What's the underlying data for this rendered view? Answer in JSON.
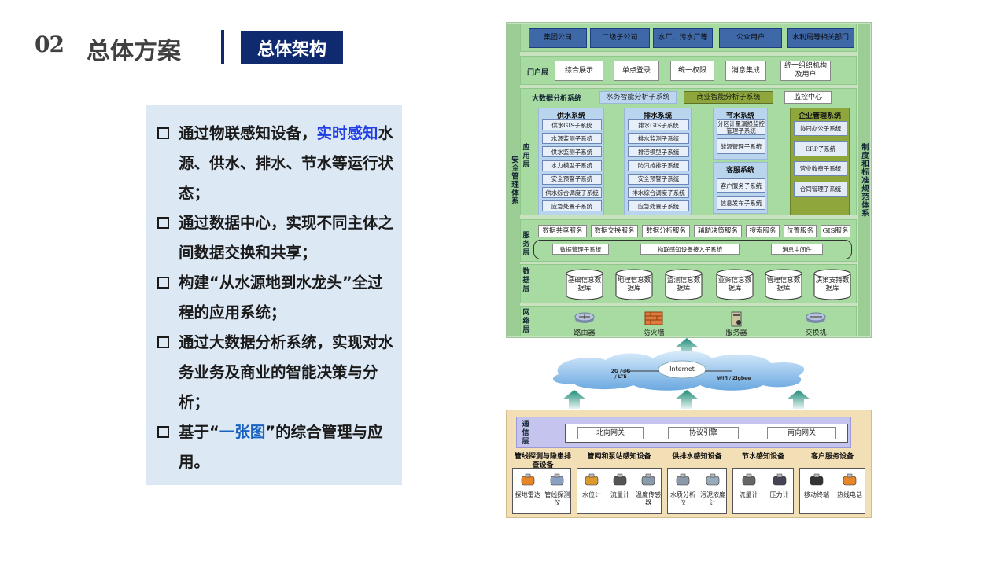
{
  "header": {
    "number": "02",
    "title": "总体方案",
    "badge": "总体架构"
  },
  "bullets": [
    {
      "before": "通过物联感知设备，",
      "highlight": "实时感知",
      "after": "水源、供水、排水、节水等运行状态；"
    },
    {
      "before": "通过数据中心，实现不同主体之间数据交换和共享；",
      "highlight": "",
      "after": ""
    },
    {
      "before": "构建“从水源地到水龙头”全过程的应用系统；",
      "highlight": "",
      "after": ""
    },
    {
      "before": "通过大数据分析系统，实现对水务业务及商业的智能决策与分析；",
      "highlight": "",
      "after": ""
    },
    {
      "before": "基于“",
      "highlight": "一张图",
      "after": "”的综合管理与应用。"
    }
  ],
  "diagram": {
    "left_bar": "安全管理体系",
    "right_bar": "制度和标准规范体系",
    "users": [
      "集团公司",
      "二级子公司",
      "水厂、污水厂等",
      "公众用户",
      "水利局等相关部门"
    ],
    "portal": {
      "label": "门户层",
      "items": [
        "综合展示",
        "单点登录",
        "统一权限",
        "消息集成",
        "统一组织机构及用户"
      ]
    },
    "bigdata": {
      "label": "大数据分析系统",
      "items": [
        "水务智能分析子系统",
        "商业智能分析子系统",
        "监控中心"
      ]
    },
    "app": {
      "label": "应用层",
      "supply": {
        "title": "供水系统",
        "items": [
          "供水GIS子系统",
          "水源监测子系统",
          "供水监测子系统",
          "水力模型子系统",
          "安全预警子系统",
          "供水综合调度子系统",
          "应急处置子系统"
        ]
      },
      "drain": {
        "title": "排水系统",
        "items": [
          "排水GIS子系统",
          "排水监测子系统",
          "排涝模型子系统",
          "防汛抢排子系统",
          "安全预警子系统",
          "排水综合调度子系统",
          "应急处置子系统"
        ]
      },
      "save": {
        "title": "节水系统",
        "items": [
          "分区计量漏损监控管理子系统",
          "能源管理子系统"
        ]
      },
      "cs": {
        "title": "客服系统",
        "items": [
          "客户服务子系统",
          "信息发布子系统"
        ]
      },
      "ent": {
        "title": "企业管理系统",
        "items": [
          "协同办公子系统",
          "ERP子系统",
          "营业收费子系统",
          "合同管理子系统"
        ]
      }
    },
    "service": {
      "label": "服务层",
      "top": [
        "数据共享服务",
        "数据交换服务",
        "数据分析服务",
        "辅助决策服务",
        "搜索服务",
        "位置服务",
        "GIS服务"
      ],
      "bottom": [
        "数据管理子系统",
        "物联感知设备接入子系统",
        "消息中间件"
      ]
    },
    "data": {
      "label": "数据层",
      "dbs": [
        "基础信息数据库",
        "地理信息数据库",
        "监测信息数据库",
        "业务信息数据库",
        "管理信息数据库",
        "决策支持数据库"
      ]
    },
    "network": {
      "label": "网络层",
      "items": [
        "路由器",
        "防火墙",
        "服务器",
        "交换机"
      ]
    },
    "cloud": {
      "internet": "Internet",
      "mobile": "2G / 3G / LTE",
      "wifi": "Wifi / Zigbee"
    },
    "comm": {
      "label": "通信层",
      "items": [
        "北向网关",
        "协议引擎",
        "南向网关"
      ]
    },
    "devices": [
      {
        "title": "管线探测与隐患排查设备",
        "items": [
          "探地雷达",
          "管线探测仪"
        ]
      },
      {
        "title": "管网和泵站感知设备",
        "items": [
          "水位计",
          "流量计",
          "温度传感器"
        ]
      },
      {
        "title": "供排水感知设备",
        "items": [
          "水质分析仪",
          "污泥浓度计"
        ]
      },
      {
        "title": "节水感知设备",
        "items": [
          "流量计",
          "压力计"
        ]
      },
      {
        "title": "客户服务设备",
        "items": [
          "移动终端",
          "热线电话"
        ]
      }
    ],
    "colors": {
      "frame": "#c9e3c0",
      "row": "#a8dba2",
      "blue_box": "#3f68a8",
      "sub_col": "#b9d5ee",
      "olive": "#8da73c",
      "bottom": "#f3dfb5"
    }
  }
}
